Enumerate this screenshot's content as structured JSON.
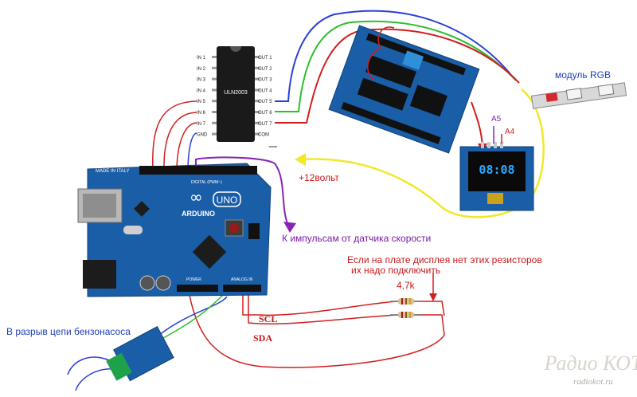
{
  "uln2003": {
    "chip_label": "ULN2003",
    "inputs": [
      "IN 1",
      "IN 2",
      "IN 3",
      "IN 4",
      "IN 5",
      "IN 6",
      "IN 7",
      "GND"
    ],
    "outputs": [
      "OUT 1",
      "OUT 2",
      "OUT 3",
      "OUT 4",
      "OUT 5",
      "OUT 6",
      "OUT 7",
      "COM"
    ]
  },
  "arduino": {
    "made_in": "MADE IN ITALY",
    "logo_text": "ARDUINO",
    "uno_text": "UNO",
    "digital_header": "DIGITAL (PWM~)",
    "power_label": "POWER",
    "analog_label": "ANALOG IN"
  },
  "oled": {
    "time": "08:08",
    "pin_a5": "A5",
    "pin_a4": "A4"
  },
  "labels": {
    "rgb_module": "модуль RGB",
    "plus12": "+12вольт",
    "speed_sensor": "К импульсам от датчика скорости",
    "resistors_line1": "Если на плате дисплея нет этих резисторов",
    "resistors_line2": "их надо подключить",
    "resistor_value": "4,7k",
    "scl": "SCL",
    "sda": "SDA",
    "fuel_pump": "В разрыв цепи бензонасоса"
  },
  "watermark": {
    "title": "Радио КОТ",
    "url": "radiokot.ru"
  },
  "colors": {
    "board_blue": "#1a5ea8",
    "red_wire": "#d21f1f",
    "purple_wire": "#8a22b8",
    "blue_wire": "#2a3fd6",
    "green_wire": "#2fbf2a",
    "yellow_wire": "#f1e82a",
    "annotation_red": "#c81818",
    "annotation_purple": "#7a18a8",
    "annotation_blue": "#1f3fb8"
  }
}
